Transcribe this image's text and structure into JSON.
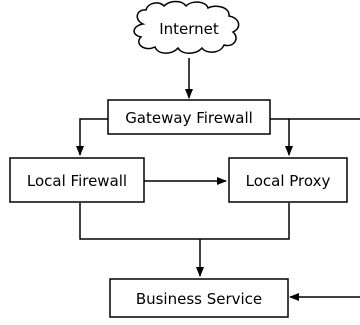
{
  "nodes": {
    "internet": {
      "label": "Internet",
      "shape": "cloud-icon"
    },
    "gateway_firewall": {
      "label": "Gateway Firewall"
    },
    "local_firewall": {
      "label": "Local Firewall"
    },
    "local_proxy": {
      "label": "Local Proxy"
    },
    "business_service": {
      "label": "Business Service"
    }
  },
  "colors": {
    "stroke": "#000000",
    "fill": "#ffffff",
    "text": "#000000"
  }
}
